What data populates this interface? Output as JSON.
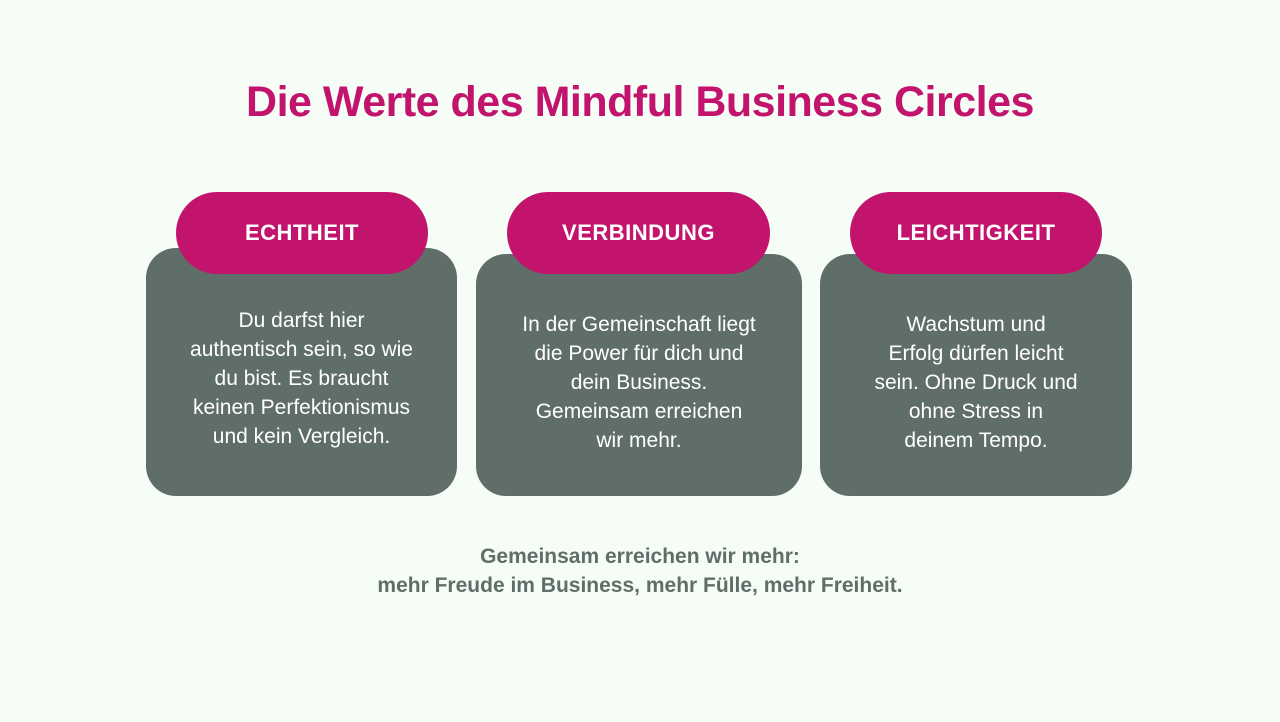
{
  "title": "Die Werte des Mindful Business Circles",
  "values": [
    {
      "label": "ECHTHEIT",
      "text": "Du darfst hier\nauthentisch sein, so wie\ndu bist. Es braucht\nkeinen Perfektionismus\nund kein Vergleich."
    },
    {
      "label": "VERBINDUNG",
      "text": "In der Gemeinschaft liegt\ndie Power für dich und\ndein Business.\nGemeinsam erreichen\nwir mehr."
    },
    {
      "label": "LEICHTIGKEIT",
      "text": "Wachstum und\nErfolg dürfen leicht\nsein. Ohne Druck und\nohne Stress in\ndeinem Tempo."
    }
  ],
  "footer": {
    "line1": "Gemeinsam erreichen wir mehr:",
    "line2": "mehr Freude im Business, mehr Fülle, mehr Freiheit."
  },
  "colors": {
    "accent": "#c2146d",
    "card": "#5f6e68",
    "background": "#f6fcf6"
  }
}
